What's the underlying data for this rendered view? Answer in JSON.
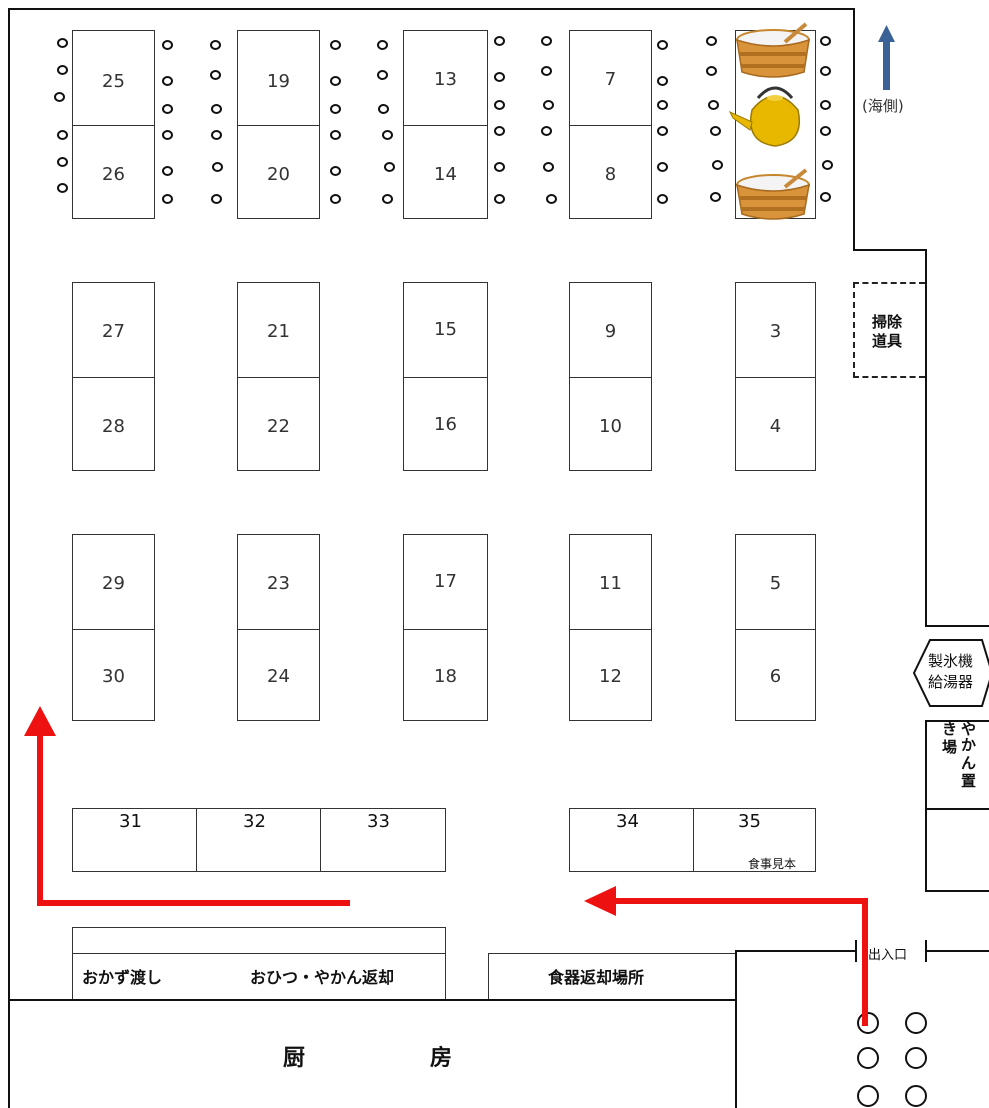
{
  "directions": {
    "sea_side": "(海側)"
  },
  "tables": {
    "t25": "25",
    "t26": "26",
    "t19": "19",
    "t20": "20",
    "t13": "13",
    "t14": "14",
    "t7": "7",
    "t8": "8",
    "t27": "27",
    "t28": "28",
    "t21": "21",
    "t22": "22",
    "t15": "15",
    "t16": "16",
    "t9": "9",
    "t10": "10",
    "t3": "3",
    "t4": "4",
    "t29": "29",
    "t30": "30",
    "t23": "23",
    "t24": "24",
    "t17": "17",
    "t18": "18",
    "t11": "11",
    "t12": "12",
    "t5": "5",
    "t6": "6",
    "t31": "31",
    "t32": "32",
    "t33": "33",
    "t34": "34",
    "t35": "35"
  },
  "labels": {
    "cleaning_tools_1": "掃除",
    "cleaning_tools_2": "道具",
    "ice_machine_1": "製氷機",
    "ice_machine_2": "給湯器",
    "kettle_place_1": "や",
    "kettle_place_2": "か",
    "kettle_place_3": "ん",
    "kettle_place_4": "置",
    "kettle_place_5": "き",
    "kettle_place_6": "場",
    "food_sample": "食事見本",
    "entrance": "出入口",
    "side_dish_pass": "おかず渡し",
    "ohitsu_return": "おひつ・やかん返却",
    "dish_return": "食器返却場所",
    "kitchen_1": "厨",
    "kitchen_2": "房"
  },
  "icons": [
    "rice-tub-icon",
    "kettle-icon",
    "rice-tub-icon"
  ],
  "colors": {
    "arrow_red": "#ee1111",
    "north_arrow_blue": "#3a6296",
    "kettle_gold": "#e8b800",
    "tub_wood": "#d9933a"
  }
}
